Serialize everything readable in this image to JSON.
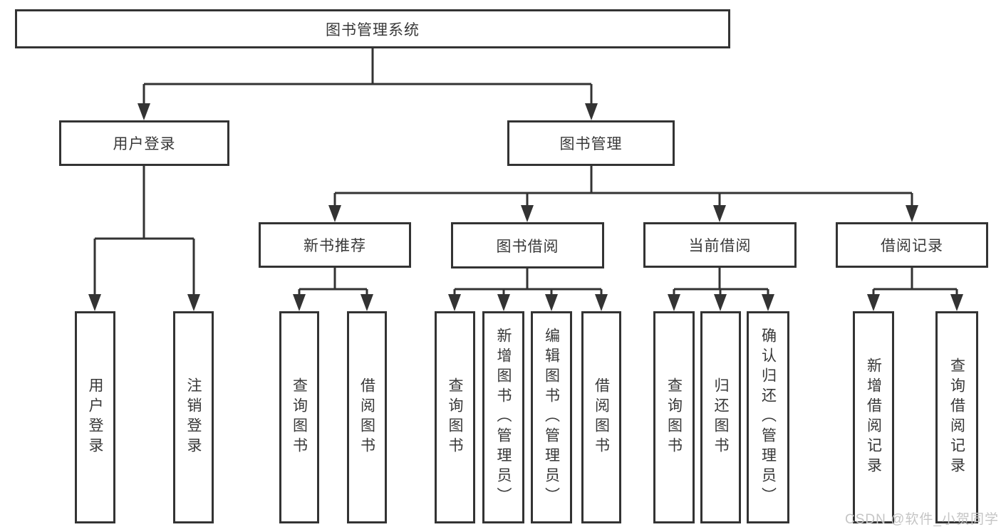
{
  "tree": {
    "label": "图书管理系统",
    "children": [
      {
        "label": "用户登录",
        "children": [
          {
            "label": "用户登录"
          },
          {
            "label": "注销登录"
          }
        ]
      },
      {
        "label": "图书管理",
        "children": [
          {
            "label": "新书推荐",
            "children": [
              {
                "label": "查询图书"
              },
              {
                "label": "借阅图书"
              }
            ]
          },
          {
            "label": "图书借阅",
            "children": [
              {
                "label": "查询图书"
              },
              {
                "label": "新增图书（管理员）"
              },
              {
                "label": "编辑图书（管理员）"
              },
              {
                "label": "借阅图书"
              }
            ]
          },
          {
            "label": "当前借阅",
            "children": [
              {
                "label": "查询图书"
              },
              {
                "label": "归还图书"
              },
              {
                "label": "确认归还（管理员）"
              }
            ]
          },
          {
            "label": "借阅记录",
            "children": [
              {
                "label": "新增借阅记录"
              },
              {
                "label": "查询借阅记录"
              }
            ]
          }
        ]
      }
    ]
  },
  "colors": {
    "line": "#333333",
    "text": "#383838",
    "watermark": "#c5c5c5"
  },
  "watermark": "CSDN @软件_小贺同学"
}
